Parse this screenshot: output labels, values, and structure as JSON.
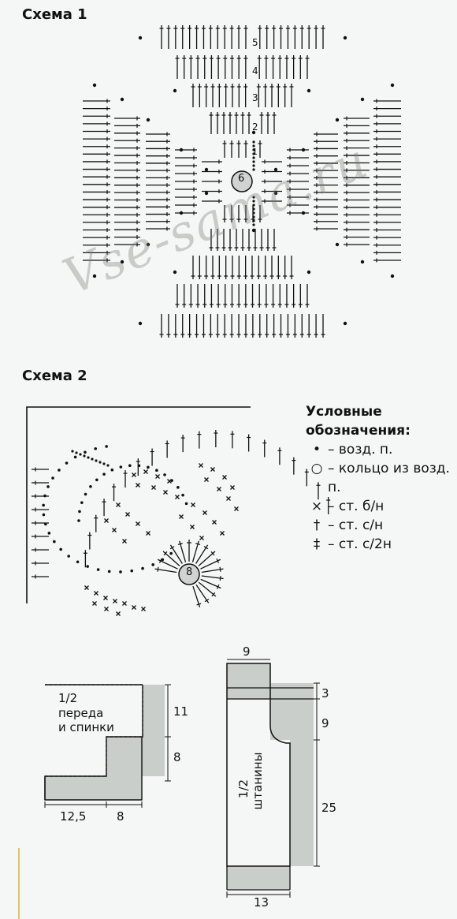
{
  "schemes": {
    "scheme1_title": "Схема 1",
    "scheme2_title": "Схема 2",
    "scheme1_ring_label": "6",
    "scheme2_ring_label": "8",
    "row_numbers": [
      "5",
      "4",
      "3",
      "2",
      "1"
    ]
  },
  "watermark": "Vse-sama.ru",
  "legend": {
    "title_line1": "Условные",
    "title_line2": "обозначения:",
    "items": [
      {
        "symbol": "•",
        "icon": "dot-icon",
        "text": "– возд. п."
      },
      {
        "symbol": "○",
        "icon": "ring-icon",
        "text": "– кольцо из возд. п."
      },
      {
        "symbol": "×",
        "icon": "cross-icon",
        "text": "– ст. б/н"
      },
      {
        "symbol": "†",
        "icon": "dagger-icon",
        "text": "– ст. с/н"
      },
      {
        "symbol": "‡",
        "icon": "double-dagger-icon",
        "text": "– ст. с/2н"
      }
    ]
  },
  "pattern1": {
    "label_line1": "1/2",
    "label_line2": "переда",
    "label_line3": "и спинки",
    "dim_right_top": "11",
    "dim_right_bottom": "8",
    "dim_bottom_left": "12,5",
    "dim_bottom_right": "8"
  },
  "pattern2": {
    "label_line1": "1/2",
    "label_line2": "штанины",
    "dim_top": "9",
    "dim_right_1": "3",
    "dim_right_2": "9",
    "dim_right_3": "25",
    "dim_bottom": "13"
  },
  "colors": {
    "ink": "#111111",
    "fill_gray": "#c9cecb",
    "background": "#f4f7f5"
  }
}
